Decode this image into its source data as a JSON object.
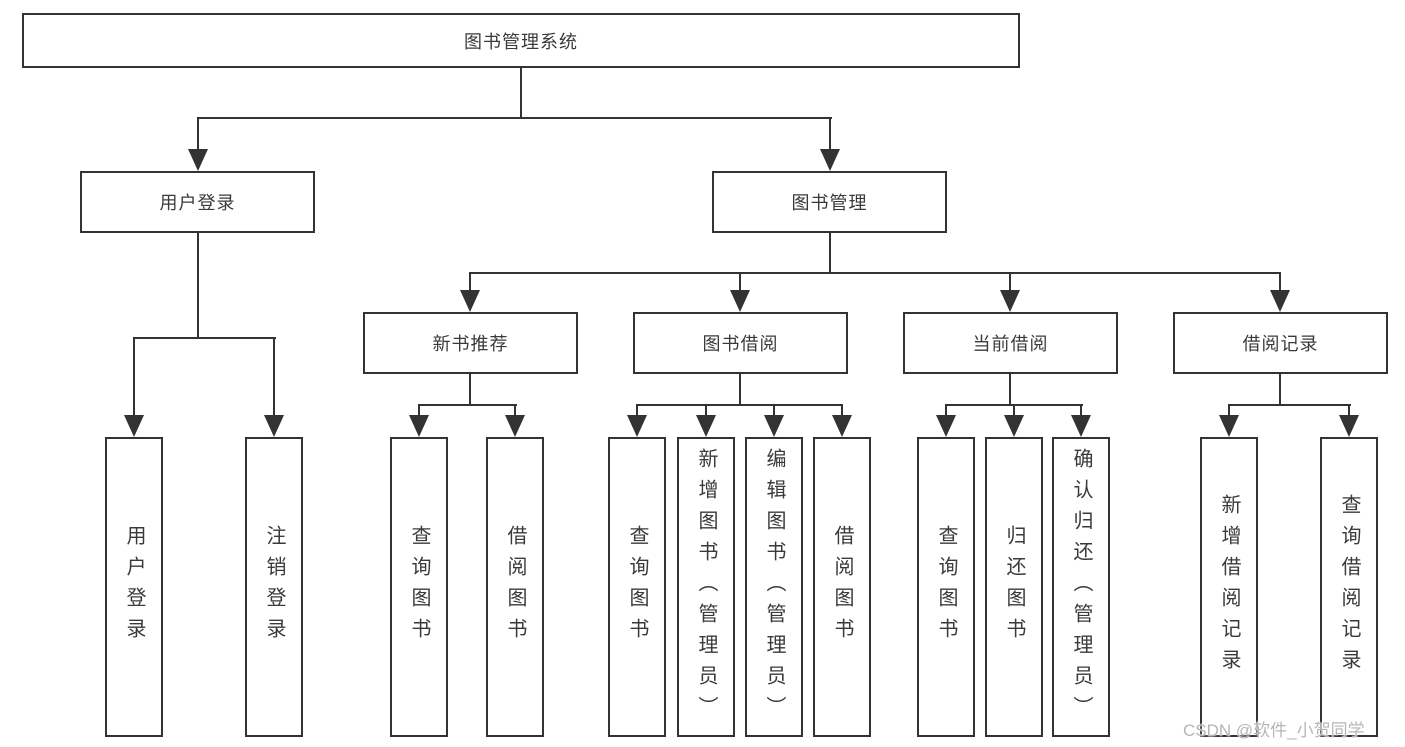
{
  "diagram_title": "图书管理系统",
  "colors": {
    "line": "#333333",
    "text": "#3a3a3a",
    "watermark_text_color": "#b6b6b6",
    "background": "#ffffff"
  },
  "tree": {
    "label": "图书管理系统",
    "children": [
      {
        "label": "用户登录",
        "children": [
          {
            "label": "用户登录"
          },
          {
            "label": "注销登录"
          }
        ]
      },
      {
        "label": "图书管理",
        "children": [
          {
            "label": "新书推荐",
            "children": [
              {
                "label": "查询图书"
              },
              {
                "label": "借阅图书"
              }
            ]
          },
          {
            "label": "图书借阅",
            "children": [
              {
                "label": "查询图书"
              },
              {
                "label": "新增图书（管理员）"
              },
              {
                "label": "编辑图书（管理员）"
              },
              {
                "label": "借阅图书"
              }
            ]
          },
          {
            "label": "当前借阅",
            "children": [
              {
                "label": "查询图书"
              },
              {
                "label": "归还图书"
              },
              {
                "label": "确认归还（管理员）"
              }
            ]
          },
          {
            "label": "借阅记录",
            "children": [
              {
                "label": "新增借阅记录"
              },
              {
                "label": "查询借阅记录"
              }
            ]
          }
        ]
      }
    ]
  },
  "watermark": {
    "text": "CSDN @软件_小贺同学"
  }
}
